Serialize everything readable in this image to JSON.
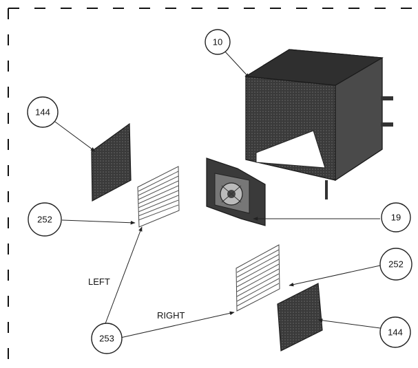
{
  "callouts": {
    "c10": "10",
    "c144_top": "144",
    "c252_left": "252",
    "c19": "19",
    "c252_right": "252",
    "c253": "253",
    "c144_bottom": "144"
  },
  "labels": {
    "left": "LEFT",
    "right": "RIGHT"
  },
  "colors": {
    "line": "#222222",
    "part_fill": "#3a3a3a",
    "background": "#ffffff"
  }
}
